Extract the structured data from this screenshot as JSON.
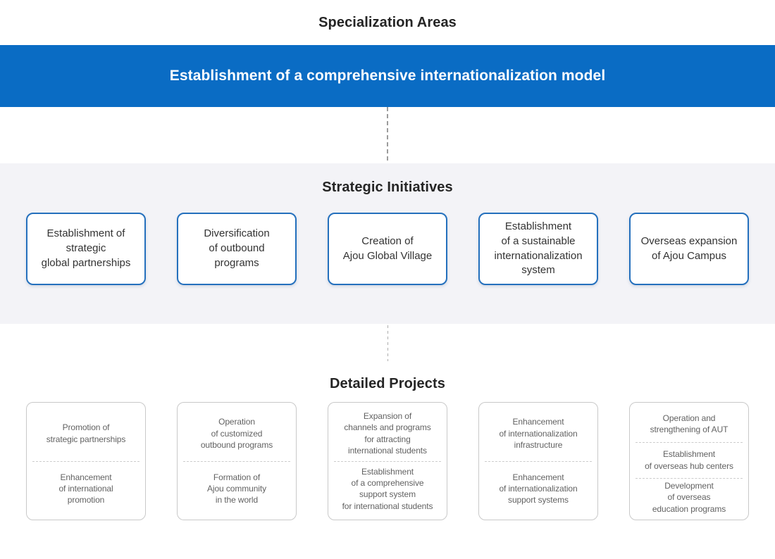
{
  "colors": {
    "banner_bg": "#0a6cc4",
    "section_bg": "#f3f3f7",
    "strategic_border": "#2470bd",
    "detail_border": "#c9c9c9",
    "heading_color": "#252525",
    "strategic_text": "#333333",
    "detail_text": "#626262",
    "connector_color": "#9c9c9c"
  },
  "specialization": {
    "title": "Specialization Areas",
    "banner_text": "Establishment of a comprehensive internationalization model"
  },
  "strategic": {
    "title": "Strategic Initiatives",
    "items": [
      "Establishment of\nstrategic\nglobal partnerships",
      "Diversification\nof outbound\nprograms",
      "Creation of\nAjou Global Village",
      "Establishment\nof a sustainable\ninternationalization\nsystem",
      "Overseas expansion\nof Ajou Campus"
    ]
  },
  "detailed": {
    "title": "Detailed Projects",
    "columns": [
      {
        "items": [
          "Promotion of\nstrategic partnerships",
          "Enhancement\nof international\npromotion"
        ]
      },
      {
        "items": [
          "Operation\nof customized\noutbound programs",
          "Formation of\nAjou community\nin the world"
        ]
      },
      {
        "items": [
          "Expansion of\nchannels and programs\nfor attracting\ninternational students",
          "Establishment\nof a comprehensive\nsupport system\nfor international students"
        ]
      },
      {
        "items": [
          "Enhancement\nof internationalization\ninfrastructure",
          "Enhancement\nof internationalization\nsupport systems"
        ]
      },
      {
        "items": [
          "Operation and\nstrengthening of AUT",
          "Establishment\nof overseas hub centers",
          "Development\nof overseas\neducation programs"
        ]
      }
    ]
  }
}
